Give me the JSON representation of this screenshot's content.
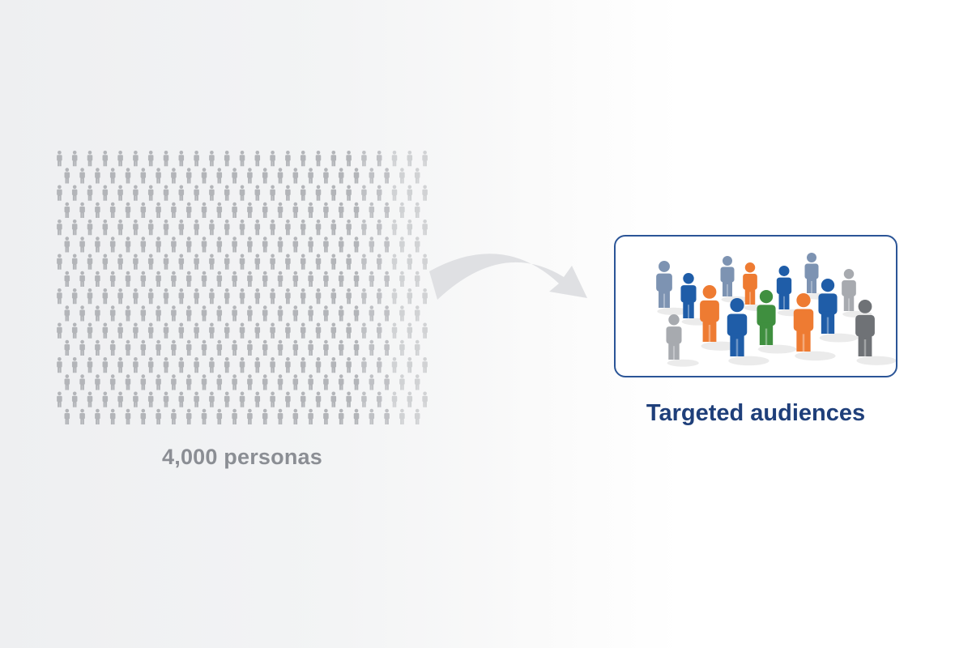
{
  "colors": {
    "crowd": "#b3b5b9",
    "crowd_label": "#8b8e94",
    "arrow": "#dfe0e3",
    "box_border": "#2b5597",
    "audience_label": "#1f3f7a",
    "figures": {
      "blue": "#1f5da8",
      "orange": "#ee7b32",
      "green": "#3f8f3f",
      "steel": "#7d93b2",
      "lightgray": "#a7aaaf",
      "darkgray": "#6f7276"
    }
  },
  "crowd": {
    "label": "4,000 personas",
    "icon": "person-icon"
  },
  "arrow": {
    "icon": "curved-arrow-icon"
  },
  "audience": {
    "label": "Targeted audiences",
    "icon": "person-icon",
    "figures": [
      {
        "color": "steel"
      },
      {
        "color": "blue"
      },
      {
        "color": "orange"
      },
      {
        "color": "steel"
      },
      {
        "color": "orange"
      },
      {
        "color": "blue"
      },
      {
        "color": "steel"
      },
      {
        "color": "lightgray"
      },
      {
        "color": "blue"
      },
      {
        "color": "green"
      },
      {
        "color": "orange"
      },
      {
        "color": "blue"
      },
      {
        "color": "lightgray"
      },
      {
        "color": "darkgray"
      }
    ]
  }
}
